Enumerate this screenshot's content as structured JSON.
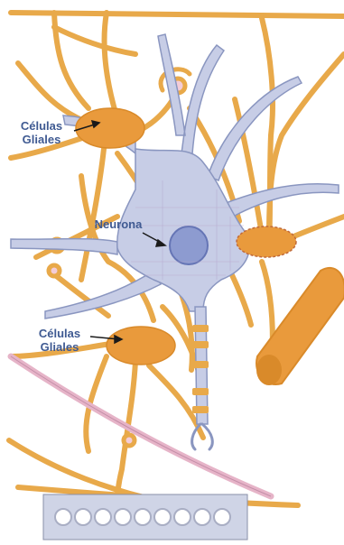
{
  "labels": {
    "glial_top": {
      "line1": "Células",
      "line2": "Gliales"
    },
    "neuron": "Neurona",
    "glial_bottom": {
      "line1": "Células",
      "line2": "Gliales"
    }
  },
  "colors": {
    "glia": "#e8a94a",
    "glia_dark": "#d98a2a",
    "glia_body": "#e99a3c",
    "neuron": "#c7cde6",
    "neuron_edge": "#8a96c0",
    "nucleus": "#8d9bd0",
    "nucleus_edge": "#6575b5",
    "label_text": "#3f5a92",
    "vessel": "#e6b4c8",
    "bead": "#cfd4e6"
  }
}
